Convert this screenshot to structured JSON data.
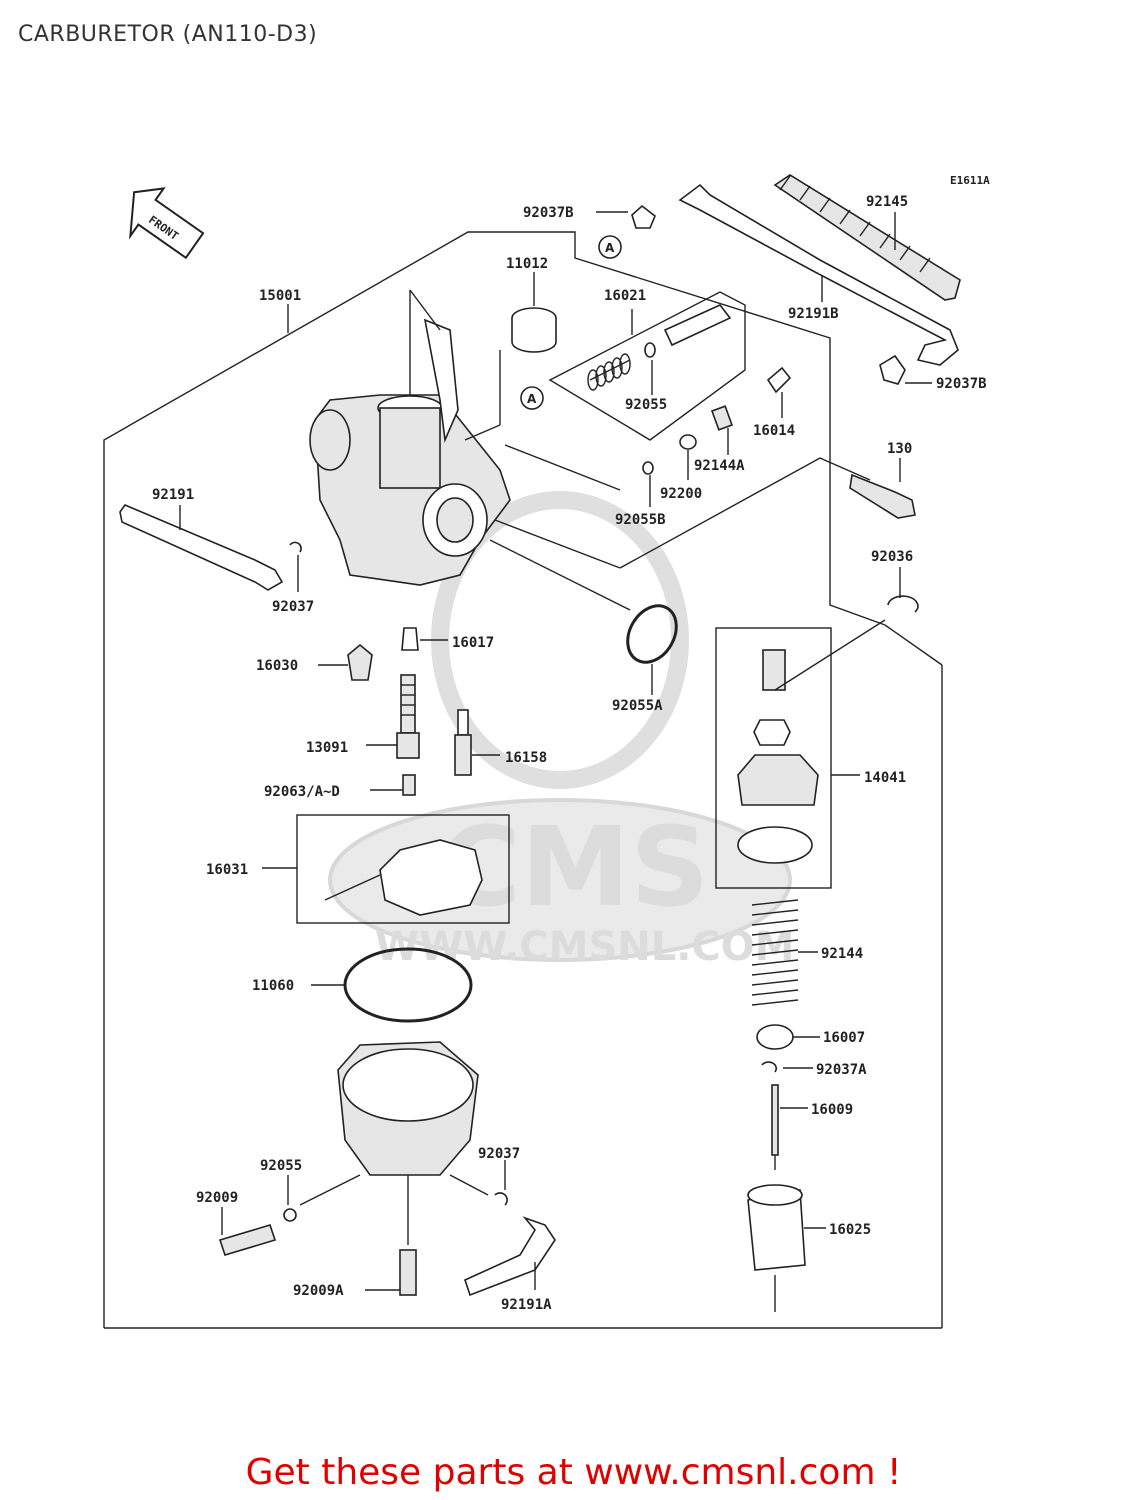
{
  "title": "CARBURETOR (AN110-D3)",
  "figure_code": "E1611A",
  "front_label": "FRONT",
  "ref_marks": [
    "A",
    "A"
  ],
  "watermark": {
    "brand": "CMS",
    "url": "WWW.CMSNL.COM"
  },
  "footer": {
    "text": "Get these parts at www.cmsnl.com !"
  },
  "parts": [
    "92037B",
    "92145",
    "11012",
    "16021",
    "15001",
    "92191B",
    "92037B",
    "92055",
    "16014",
    "92144A",
    "130",
    "92191",
    "92200",
    "92055B",
    "92037",
    "92036",
    "16017",
    "16030",
    "92055A",
    "13091",
    "16158",
    "14041",
    "92063/A~D",
    "16031",
    "92144",
    "11060",
    "16007",
    "92037A",
    "16009",
    "92055",
    "92037",
    "92009",
    "16025",
    "92009A",
    "92191A"
  ],
  "colors": {
    "footer": "#e00000",
    "lines": "#222222",
    "watermark": "#d9d9d9"
  }
}
